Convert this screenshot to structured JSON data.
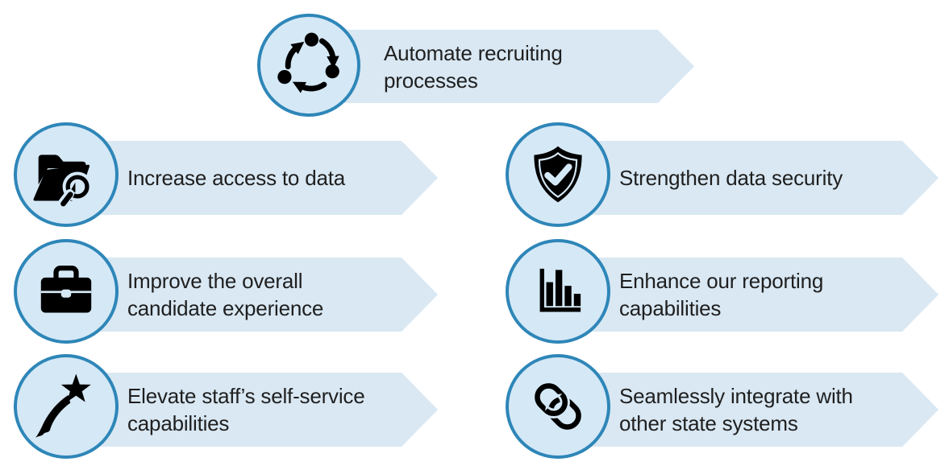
{
  "colors": {
    "banner_fill": "#d9e8f3",
    "circle_fill": "#d5e8f6",
    "circle_border": "#2e86b8",
    "icon_color": "#000000",
    "text_color": "#1f1f1f",
    "background": "#ffffff"
  },
  "items": [
    {
      "icon": "cycle-icon",
      "label": "Automate recruiting\nprocesses"
    },
    {
      "icon": "folder-search-icon",
      "label": "Increase access to data"
    },
    {
      "icon": "shield-check-icon",
      "label": "Strengthen data security"
    },
    {
      "icon": "briefcase-icon",
      "label": "Improve the overall\ncandidate experience"
    },
    {
      "icon": "bar-chart-icon",
      "label": "Enhance our reporting\ncapabilities"
    },
    {
      "icon": "shooting-star-icon",
      "label": "Elevate staff’s self-service\ncapabilities"
    },
    {
      "icon": "chain-link-icon",
      "label": "Seamlessly integrate with\nother state systems"
    }
  ]
}
